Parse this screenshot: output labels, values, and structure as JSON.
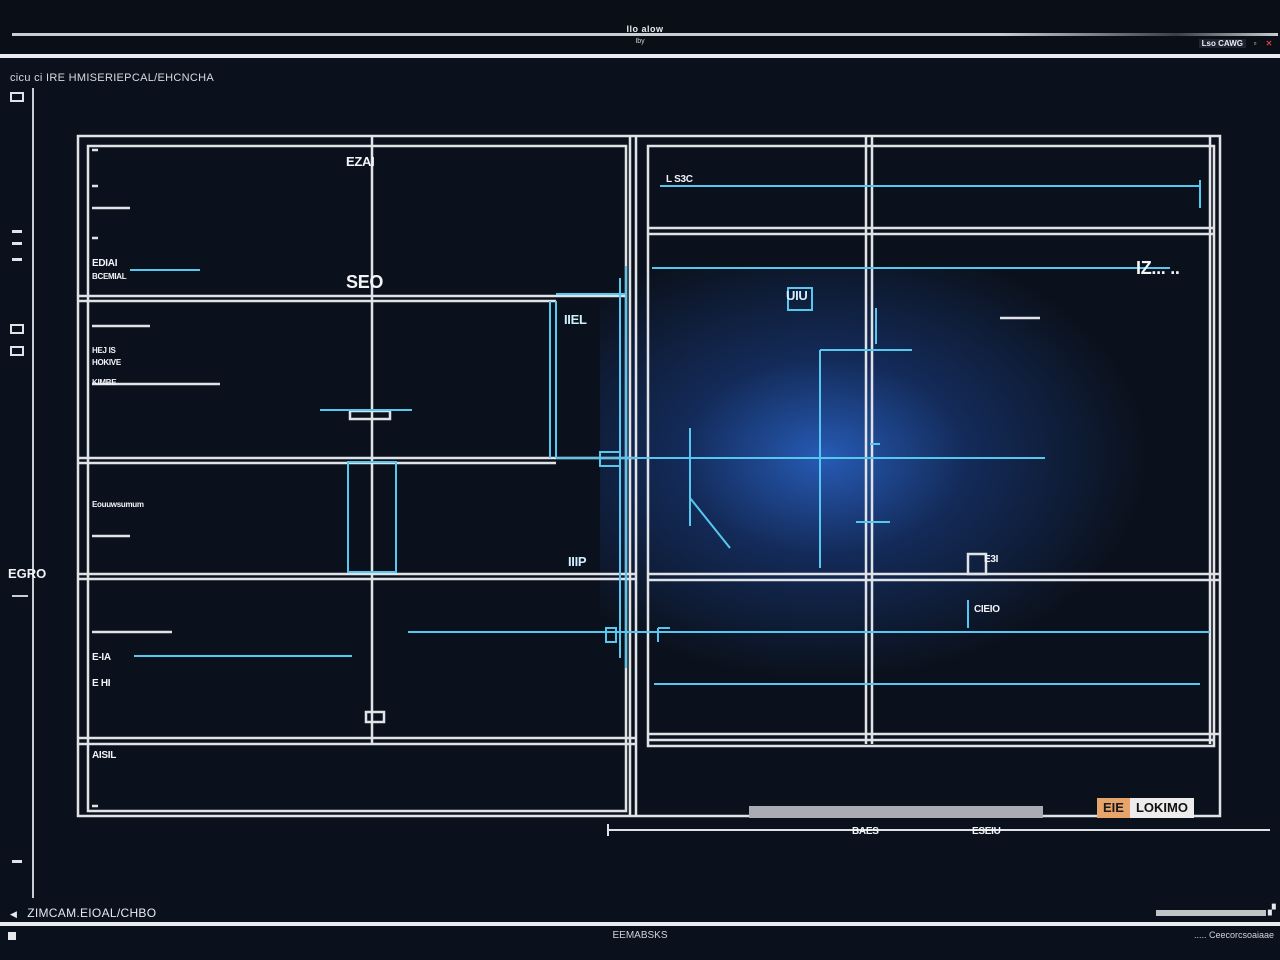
{
  "window": {
    "title": "Ilo  alow",
    "subtitle": "Iby",
    "controls_label": "Lso CAWG"
  },
  "path_bar": {
    "text": "cicu ci  IRE HMISERIEPCAL/EHCNCHA"
  },
  "left_toolbar": {
    "label": "EGRO"
  },
  "canvas_labels": {
    "top_left_box": "EZAI",
    "row_cut": "EDIAI",
    "sub_cut": "BCEMIAL",
    "center_box": "SEO",
    "right_header": "L S3C",
    "right_mid": "IZ... ..",
    "center_right": "UIU",
    "mid_box": "IIEL",
    "left_row_a": "HEJ IS",
    "left_row_b": "HOKIVE",
    "left_row_c": "KIMBE",
    "left_row_d": "Eouuwsumum",
    "lower_mid_box": "IIIP",
    "lower_right_tag": "E3I",
    "lower_right_label": "CIEIO",
    "left_lower_a": "E-IA",
    "left_lower_b": "E HI",
    "bottom_left_header": "AISIL",
    "scale_left": "BAES",
    "scale_right": "ESEIU"
  },
  "badge": {
    "left": "EIE",
    "right": "LOKIMO"
  },
  "progress": {
    "value": 1.0
  },
  "status": {
    "left_text": "ZIMCAM.EIOAL/CHBO",
    "center_text": "EEMABSKS",
    "right_text": "..... Ceecorcsoaiaae"
  },
  "colors": {
    "background": "#0b111c",
    "lines": "#dfe2e6",
    "accent_cyan": "#56c8ef",
    "glow_blue": "#285fbe",
    "badge_orange": "#e7a46b"
  }
}
